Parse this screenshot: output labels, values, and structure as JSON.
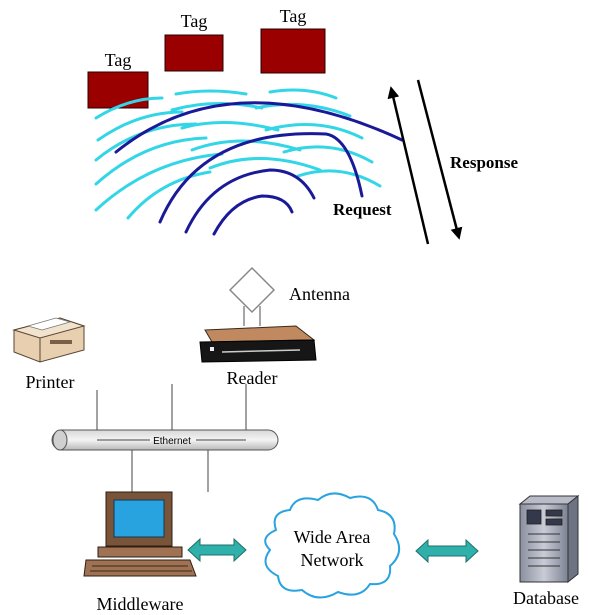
{
  "tags": {
    "label": "Tag",
    "color": "#9b0000"
  },
  "signals": {
    "request": "Request",
    "response": "Response"
  },
  "antenna": {
    "label": "Antenna"
  },
  "reader": {
    "label": "Reader"
  },
  "printer": {
    "label": "Printer"
  },
  "bus": {
    "label": "Ethernet"
  },
  "middleware": {
    "label": "Middleware"
  },
  "network": {
    "line1": "Wide Area",
    "line2": "Network"
  },
  "database": {
    "label": "Database"
  },
  "colors": {
    "wave_light": "#33d6e6",
    "wave_dark": "#1a1a99",
    "arrow_teal": "#30b0aa"
  }
}
